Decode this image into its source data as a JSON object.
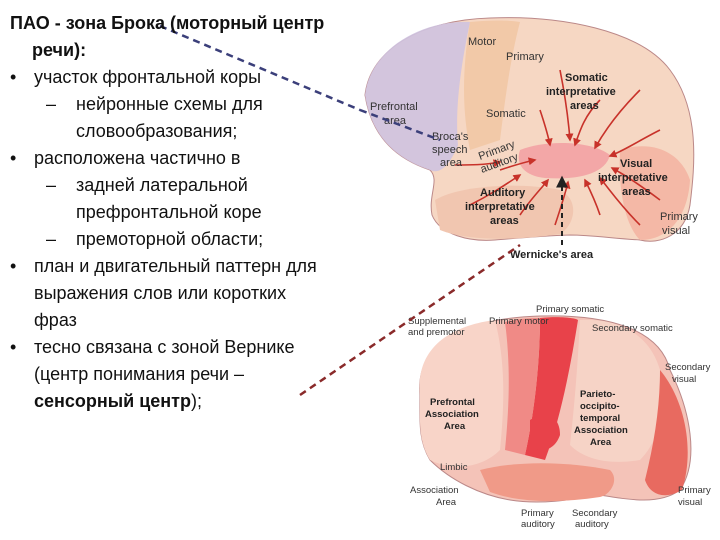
{
  "text": {
    "title_line1": "ПАО - зона Брока (моторный центр",
    "title_line2": "речи):",
    "b1": "участок фронтальной коры",
    "b1_sub1_l1": "нейронные схемы для",
    "b1_sub1_l2": "словообразования;",
    "b2": "расположена частично в",
    "b2_sub1_l1": "задней латеральной",
    "b2_sub1_l2": "префронтальной коре",
    "b2_sub2": "премоторной области;",
    "b3_l1": "план и двигательный паттерн для",
    "b3_l2": "выражения слов  или коротких",
    "b3_l3": "фраз",
    "b4_l1": "тесно связана с зоной Вернике",
    "b4_l2": "(центр понимания речи –",
    "b4_l3a": "сенсорный центр",
    "b4_l3b": ");"
  },
  "diagram1": {
    "motor": "Motor",
    "primary": "Primary",
    "somatic_interp_1": "Somatic",
    "somatic_interp_2": "interpretative",
    "somatic_interp_3": "areas",
    "prefrontal_1": "Prefrontal",
    "prefrontal_2": "area",
    "somatic": "Somatic",
    "broca_1": "Broca's",
    "broca_2": "speech",
    "broca_3": "area",
    "primary_auditory_1": "Primary",
    "primary_auditory_2": "auditory",
    "visual_interp_1": "Visual",
    "visual_interp_2": "interpretative",
    "visual_interp_3": "areas",
    "auditory_interp_1": "Auditory",
    "auditory_interp_2": "interpretative",
    "auditory_interp_3": "areas",
    "primary_visual_1": "Primary",
    "primary_visual_2": "visual",
    "wernicke": "Wernicke's area"
  },
  "diagram2": {
    "supplemental_1": "Supplemental",
    "supplemental_2": "and premotor",
    "primary_motor": "Primary motor",
    "primary_somatic": "Primary somatic",
    "secondary_somatic": "Secondary somatic",
    "secondary_visual_1": "Secondary",
    "secondary_visual_2": "visual",
    "prefrontal_1": "Prefrontal",
    "prefrontal_2": "Association",
    "prefrontal_3": "Area",
    "parieto_1": "Parieto-",
    "parieto_2": "occipito-",
    "parieto_3": "temporal",
    "parieto_4": "Association",
    "parieto_5": "Area",
    "limbic_1": "Limbic",
    "limbic_2": "Association",
    "limbic_3": "Area",
    "primary_auditory_1": "Primary",
    "primary_auditory_2": "auditory",
    "secondary_auditory_1": "Secondary",
    "secondary_auditory_2": "auditory",
    "primary_visual_1": "Primary",
    "primary_visual_2": "visual"
  },
  "colors": {
    "pointer": "#3b3f7a",
    "pointer_red": "#8a2a2a",
    "arrow": "#c8322a"
  }
}
